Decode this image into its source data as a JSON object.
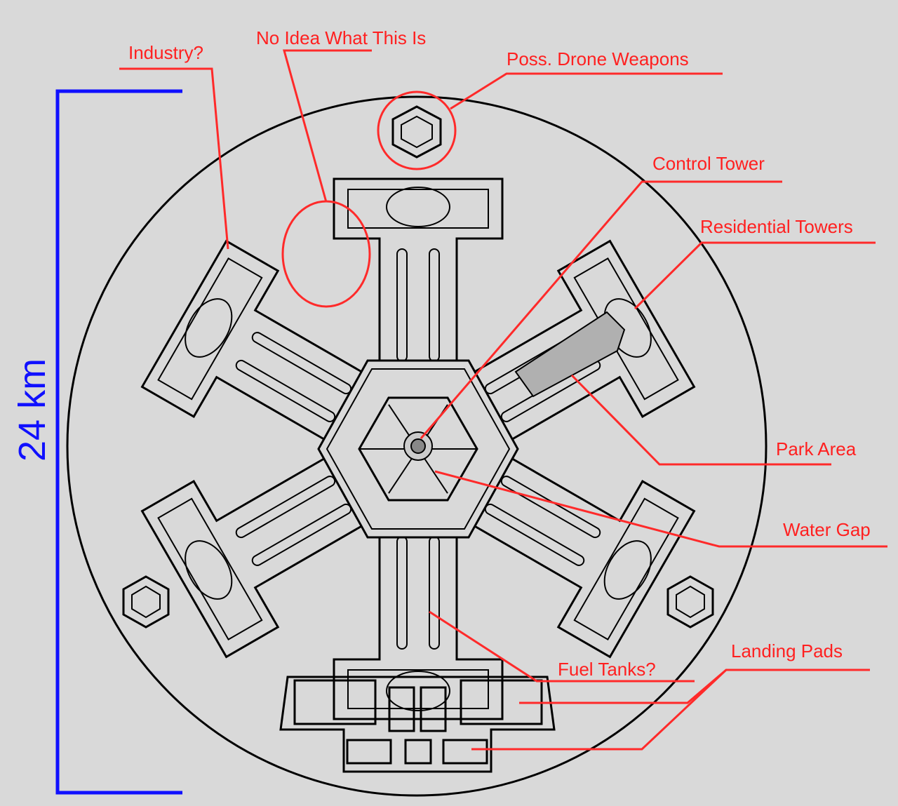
{
  "title": "Station map annotations",
  "scale": {
    "label": "24 km",
    "color": "#1010ff"
  },
  "labels": {
    "industry": "Industry?",
    "no_idea": "No Idea What This Is",
    "drone_weapons": "Poss. Drone Weapons",
    "control_tower": "Control Tower",
    "residential": "Residential Towers",
    "park": "Park Area",
    "water_gap": "Water Gap",
    "fuel_tanks": "Fuel Tanks?",
    "landing_pads": "Landing Pads"
  },
  "colors": {
    "annotation": "#ff2020",
    "background": "#d9d9d9",
    "park": "#b0b0b0"
  }
}
